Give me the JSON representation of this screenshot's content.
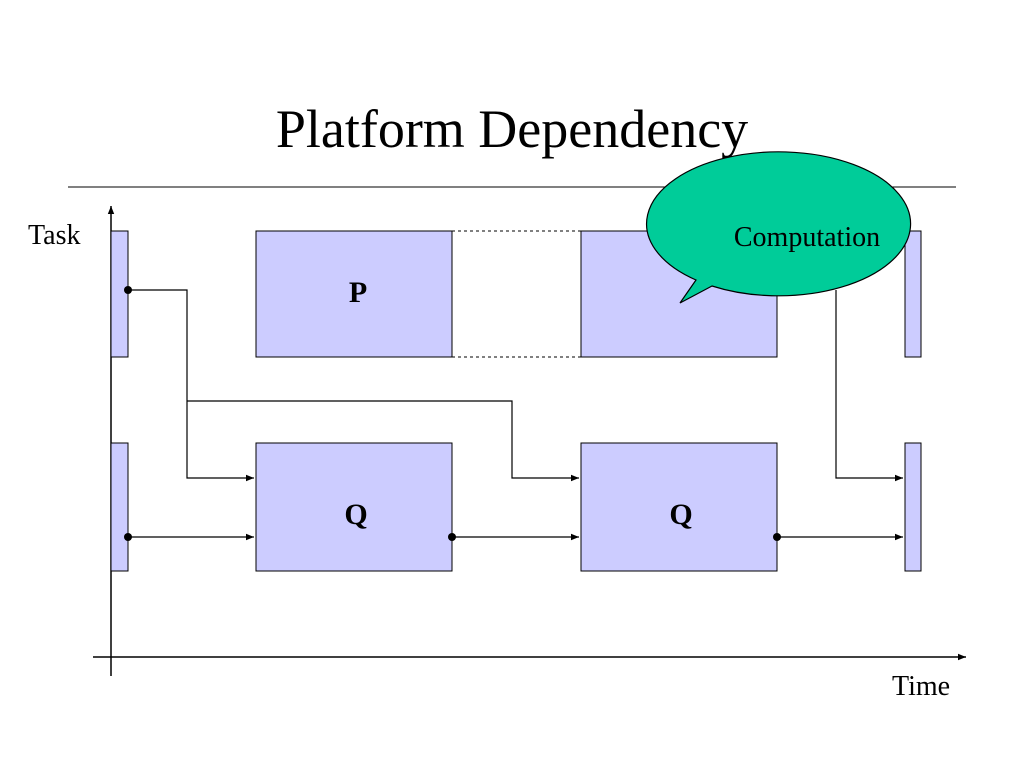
{
  "slide": {
    "title": "Platform Dependency"
  },
  "diagram": {
    "y_axis_label": "Task",
    "x_axis_label": "Time",
    "task_p_label": "P",
    "task_q_label": "Q",
    "callout_text": "Computation",
    "colors": {
      "task_fill": "#ccccff",
      "callout_fill": "#00cc99",
      "line": "#000000"
    }
  }
}
